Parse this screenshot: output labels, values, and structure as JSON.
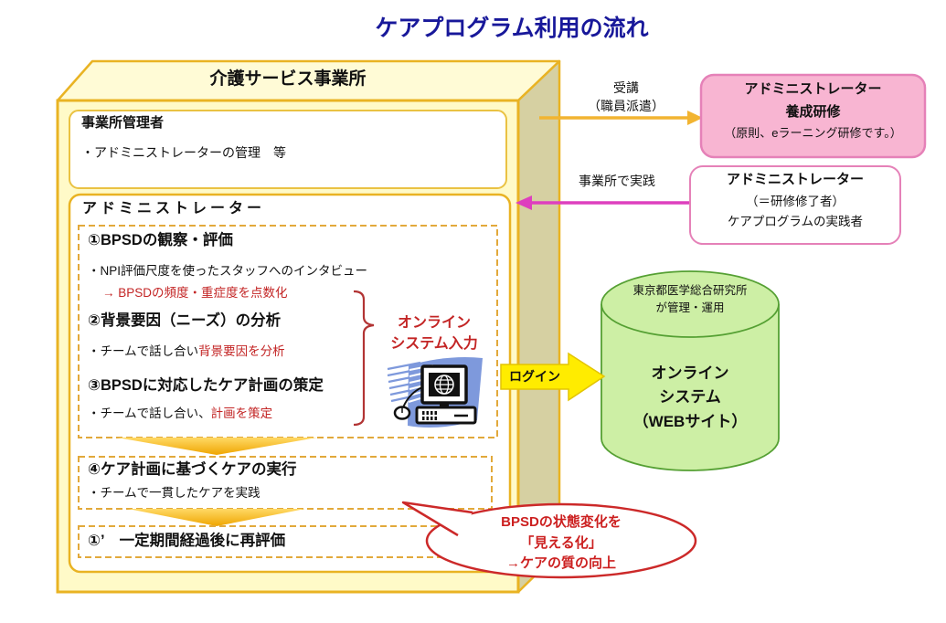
{
  "title": "ケアプログラム利用の流れ",
  "facility": {
    "name": "介護サービス事業所",
    "manager": {
      "heading": "事業所管理者",
      "bullet": "・アドミニストレーターの管理　等"
    },
    "admin": {
      "heading": "アドミニストレーター",
      "step1": {
        "heading": "①BPSDの観察・評価",
        "bullet": "・NPI評価尺度を使ったスタッフへのインタビュー",
        "result": "→ BPSDの頻度・重症度を点数化"
      },
      "step2": {
        "heading": "②背景要因（ニーズ）の分析",
        "bullet_black": "・チームで話し合い",
        "bullet_red": "背景要因を分析"
      },
      "step3": {
        "heading": "③BPSDに対応したケア計画の策定",
        "bullet_black": "・チームで話し合い、",
        "bullet_red": "計画を策定"
      },
      "step4": {
        "heading": "④ケア計画に基づくケアの実行",
        "bullet": "・チームで一貫したケアを実践"
      },
      "step5": {
        "heading": "①’　一定期間経過後に再評価"
      }
    }
  },
  "online_input": {
    "line1": "オンライン",
    "line2": "システム入力"
  },
  "login": {
    "label": "ログイン"
  },
  "training": {
    "arrow_line1": "受講",
    "arrow_line2": "（職員派遣）",
    "line1": "アドミニストレーター",
    "line2": "養成研修",
    "line3": "（原則、eラーニング研修です。）"
  },
  "practice": {
    "arrow_label": "事業所で実践",
    "line1": "アドミニストレーター",
    "line2": "（＝研修修了者）",
    "line3": "ケアプログラムの実践者"
  },
  "system": {
    "managed1": "東京都医学総合研究所",
    "managed2": "が管理・運用",
    "name1": "オンライン",
    "name2": "システム",
    "name3": "（WEBサイト）"
  },
  "bubble": {
    "line1": "BPSDの状態変化を",
    "line2": "「見える化」",
    "line3": "→ケアの質の向上"
  },
  "colors": {
    "title_blue": "#18189A",
    "box_face_yellow": "#FFFAC8",
    "box_side_olive": "#D6D0A2",
    "gold_border": "#E9B323",
    "red_text": "#C32525",
    "pink_fill": "#F8B5D2",
    "pink_border": "#E581B8",
    "magenta_arrow": "#DE3FBE",
    "cylinder_green_fill": "#CDEFA5",
    "cylinder_green_border": "#55A033",
    "login_arrow_yellow": "#FFEC00",
    "bubble_red": "#CC2929"
  }
}
